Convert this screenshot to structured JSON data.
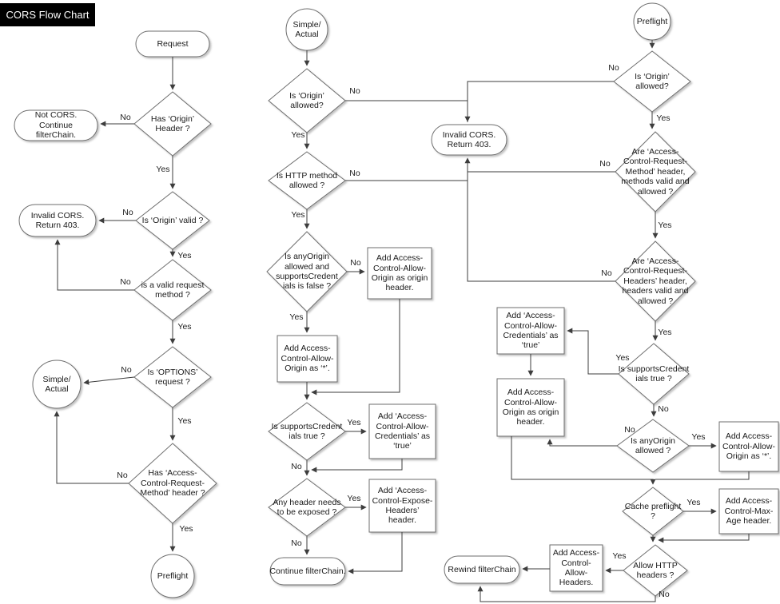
{
  "title": "CORS Flow Chart",
  "edge_labels": {
    "yes": "Yes",
    "no": "No"
  },
  "nodes": {
    "request": "Request",
    "has_origin_header": "Has ‘Origin’ Header ?",
    "not_cors": "Not CORS. Continue filterChain.",
    "origin_valid": "Is ‘Origin’ valid ?",
    "invalid_cors": "Invalid CORS. Return 403.",
    "valid_request_method": "is a valid request method ?",
    "options_request": "Is ‘OPTIONS’ request ?",
    "simple_actual": "Simple/ Actual",
    "has_acr_method_header": "Has ‘Access-Control-Request-Method’ header ?",
    "preflight": "Preflight",
    "origin_allowed": "Is ‘Origin’ allowed?",
    "http_method_allowed": "Is HTTP method allowed ?",
    "anyorigin_and_supportscred_false": "Is anyOrigin allowed and supportsCredent ials is false ?",
    "add_allow_origin_as_origin_header": "Add Access-Control-Allow-Origin as origin header.",
    "add_allow_origin_star": "Add Access-Control-Allow-Origin as ‘*’.",
    "supportscred_true": "Is supportsCredent ials true ?",
    "add_allow_credentials_true": "Add ‘Access-Control-Allow-Credentials’ as ‘true’",
    "any_header_exposed": "Any header needs to be exposed ?",
    "add_expose_headers": "Add ‘Access-Control-Expose-Headers’ header.",
    "continue_filterchain": "Continue filterChain.",
    "acr_method_valid_allowed": "Are ‘Access-Control-Request-Method’ header, methods valid and allowed ?",
    "acr_headers_valid_allowed": "Are ‘Access-Control-Request-Headers’ header, headers valid and allowed ?",
    "anyorigin_allowed": "Is anyOrigin allowed ?",
    "cache_preflight": "Cache preflight ?",
    "add_max_age": "Add Access-Control-Max-Age header.",
    "allow_http_headers": "Allow HTTP headers ?",
    "add_allow_headers": "Add Access-Control-Allow-Headers.",
    "rewind_filterchain": "Rewind filterChain"
  }
}
